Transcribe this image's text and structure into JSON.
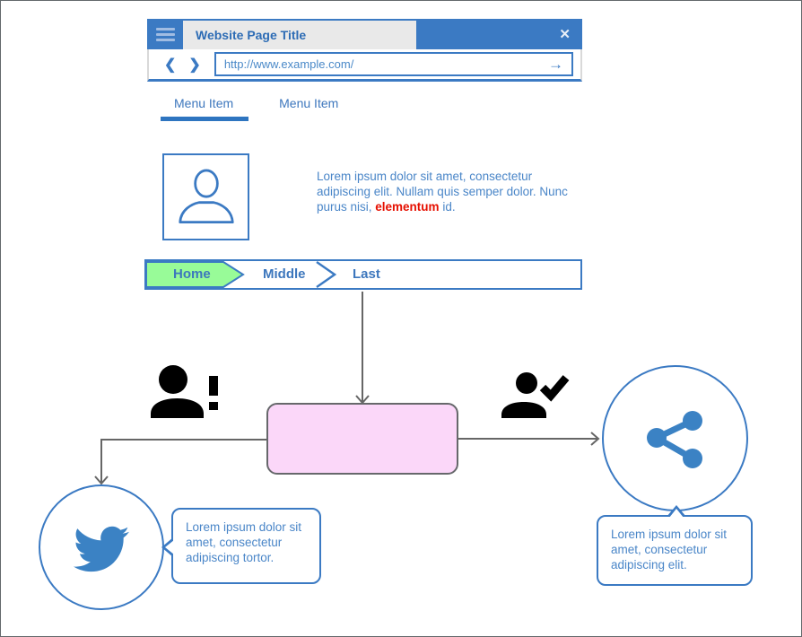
{
  "window": {
    "title": "Website Page Title",
    "url": "http://www.example.com/",
    "icons": {
      "close": "✕",
      "back": "❮",
      "forward": "❯",
      "go": "→"
    }
  },
  "menu": {
    "items": [
      {
        "label": "Menu Item",
        "active": true
      },
      {
        "label": "Menu Item",
        "active": false
      }
    ]
  },
  "profile": {
    "text_before": "Lorem ipsum dolor sit amet, consectetur adipiscing elit. Nullam quis semper dolor. Nunc purus nisi, ",
    "highlight": "elementum",
    "text_after": " id."
  },
  "breadcrumb": {
    "items": [
      "Home",
      "Middle",
      "Last"
    ]
  },
  "callouts": {
    "left": "Lorem ipsum dolor sit amet, consectetur adipiscing tortor.",
    "right": "Lorem ipsum dolor sit amet, consectetur adipiscing elit."
  },
  "colors": {
    "accent_blue": "#3b7ac3",
    "icon_blue": "#3b82c4",
    "text_blue": "#4a86c8",
    "highlight_red": "#e60f00",
    "process_pink": "#fbd7f9",
    "home_green": "#98fb98",
    "connector_gray": "#666666"
  }
}
